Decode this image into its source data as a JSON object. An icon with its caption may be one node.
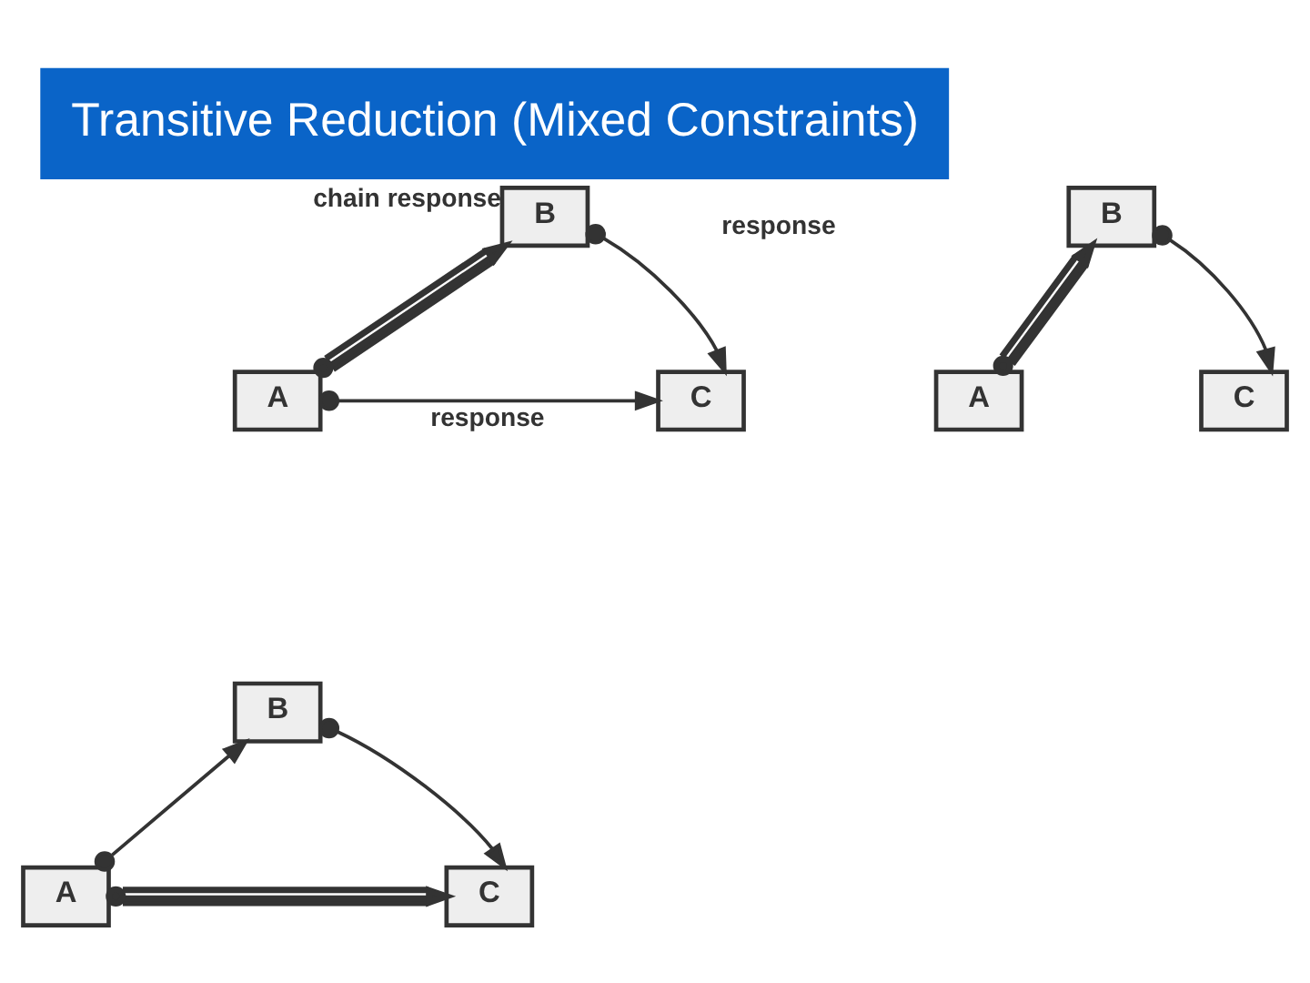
{
  "diagram": {
    "title": "Transitive Reduction (Mixed Constraints)",
    "nodes": [
      {
        "text": [
          "B"
        ]
      },
      {
        "text": [
          "A"
        ]
      },
      {
        "text": [
          "C"
        ]
      },
      {
        "text": [
          "B"
        ]
      },
      {
        "text": [
          "A"
        ]
      },
      {
        "text": [
          "C"
        ]
      },
      {
        "text": [
          "B"
        ]
      },
      {
        "text": [
          "A"
        ]
      },
      {
        "text": [
          "C"
        ]
      }
    ],
    "edges": [
      {
        "from": 1,
        "to": 0,
        "arrow": "to",
        "label": "chain response",
        "style": "thick"
      },
      {
        "from": 0,
        "to": 2,
        "arrow": "to",
        "label": "response"
      },
      {
        "from": 1,
        "to": 2,
        "arrow": "to",
        "label": "response"
      },
      {
        "from": 4,
        "to": 3,
        "arrow": "to",
        "style": "thick"
      },
      {
        "from": 3,
        "to": 5,
        "arrow": "to"
      },
      {
        "from": 7,
        "to": 6,
        "arrow": "to"
      },
      {
        "from": 6,
        "to": 8,
        "arrow": "to"
      },
      {
        "from": 7,
        "to": 8,
        "arrow": "to",
        "style": "thick"
      }
    ]
  }
}
